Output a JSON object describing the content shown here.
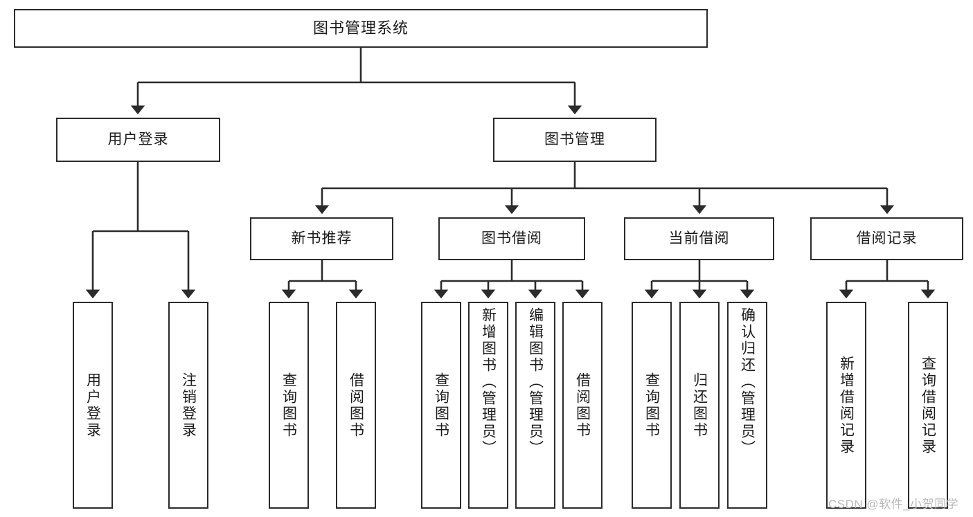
{
  "diagram": {
    "type": "tree",
    "title": "图书管理系统",
    "root": {
      "label": "图书管理系统",
      "orientation": "horizontal"
    },
    "level1": [
      {
        "label": "用户登录",
        "orientation": "horizontal"
      },
      {
        "label": "图书管理",
        "orientation": "horizontal"
      }
    ],
    "level2": [
      {
        "label": "新书推荐",
        "orientation": "horizontal",
        "parent": "图书管理"
      },
      {
        "label": "图书借阅",
        "orientation": "horizontal",
        "parent": "图书管理"
      },
      {
        "label": "当前借阅",
        "orientation": "horizontal",
        "parent": "图书管理"
      },
      {
        "label": "借阅记录",
        "orientation": "horizontal",
        "parent": "图书管理"
      }
    ],
    "leaves": [
      {
        "label": "用户登录",
        "orientation": "vertical",
        "parent": "用户登录"
      },
      {
        "label": "注销登录",
        "orientation": "vertical",
        "parent": "用户登录"
      },
      {
        "label": "查询图书",
        "orientation": "vertical",
        "parent": "新书推荐"
      },
      {
        "label": "借阅图书",
        "orientation": "vertical",
        "parent": "新书推荐"
      },
      {
        "label": "查询图书",
        "orientation": "vertical",
        "parent": "图书借阅"
      },
      {
        "label": "新增图书（管理员）",
        "orientation": "vertical",
        "parent": "图书借阅"
      },
      {
        "label": "编辑图书（管理员）",
        "orientation": "vertical",
        "parent": "图书借阅"
      },
      {
        "label": "借阅图书",
        "orientation": "vertical",
        "parent": "图书借阅"
      },
      {
        "label": "查询图书",
        "orientation": "vertical",
        "parent": "当前借阅"
      },
      {
        "label": "归还图书",
        "orientation": "vertical",
        "parent": "当前借阅"
      },
      {
        "label": "确认归还（管理员）",
        "orientation": "vertical",
        "parent": "当前借阅"
      },
      {
        "label": "新增借阅记录",
        "orientation": "vertical",
        "parent": "借阅记录"
      },
      {
        "label": "查询借阅记录",
        "orientation": "vertical",
        "parent": "借阅记录"
      }
    ]
  },
  "watermark": {
    "text": "CSDN @软件_小贺同学"
  },
  "colors": {
    "background": "#ffffff",
    "box_fill": "#ffffff",
    "box_stroke": "#2b2b2b",
    "text": "#1b1b1b",
    "watermark": "#b9b9b9"
  }
}
